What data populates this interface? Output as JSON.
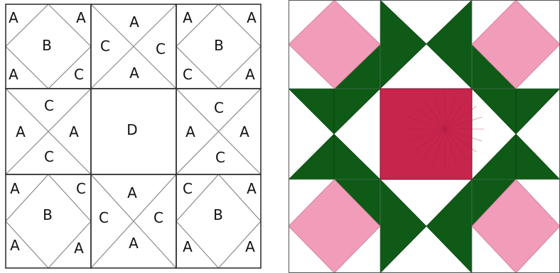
{
  "colors": {
    "outline": "#333333",
    "diagonal": "#8a8a8a",
    "background": "#ffffff",
    "green": "#0e5a16",
    "pink": "#f19cb8",
    "red": "#c8254d"
  },
  "labels": {
    "b1": [
      "A",
      "A",
      "B",
      "A",
      "C"
    ],
    "b2": [
      "A",
      "C",
      "C",
      "A"
    ],
    "b3": [
      "A",
      "A",
      "B",
      "C",
      "A"
    ],
    "b4": [
      "C",
      "A",
      "A",
      "C"
    ],
    "b5": [
      "D"
    ],
    "b6": [
      "C",
      "A",
      "A",
      "C"
    ],
    "b7": [
      "A",
      "C",
      "B",
      "A",
      "A"
    ],
    "b8": [
      "A",
      "C",
      "C",
      "A"
    ],
    "b9": [
      "C",
      "A",
      "B",
      "A",
      "A"
    ]
  },
  "quilt": {
    "flowers": [
      "pink-square",
      "pink-square",
      "pink-square",
      "pink-square"
    ],
    "center": "red-square",
    "triangles": "green-triangles"
  }
}
